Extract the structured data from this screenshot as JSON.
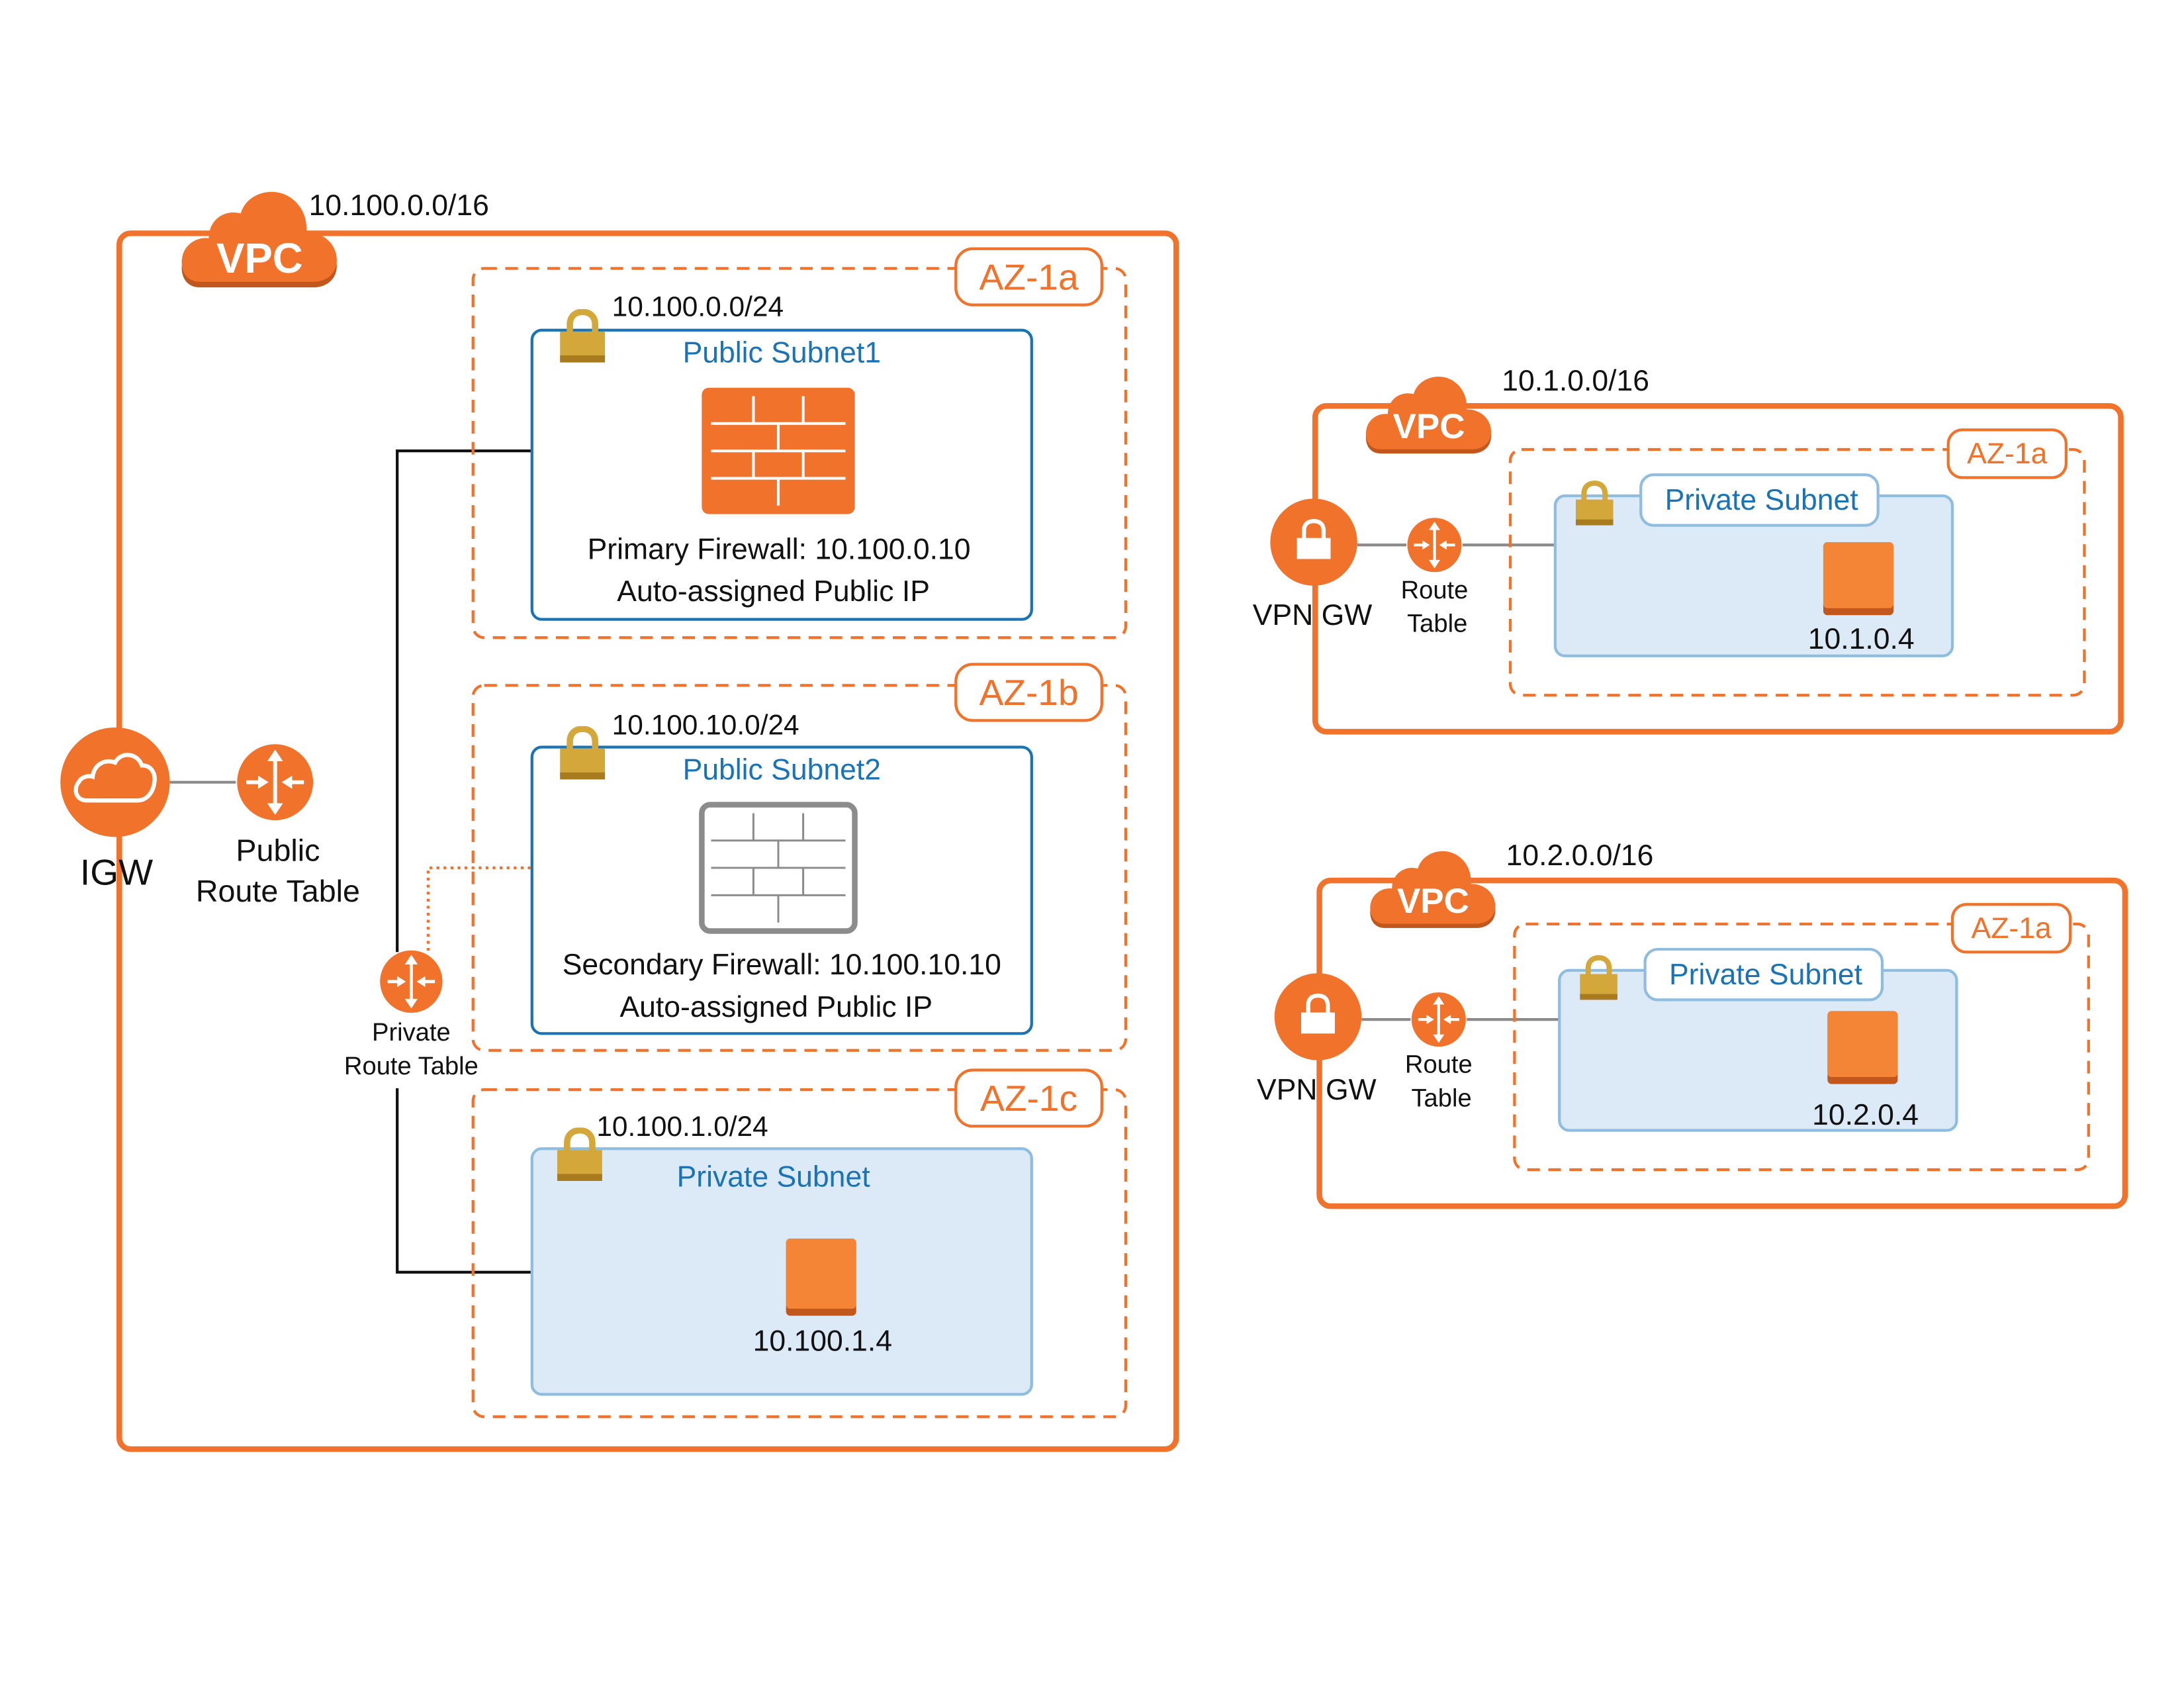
{
  "colors": {
    "accent": "#f0722b",
    "instance": "#f58536",
    "instance_shadow": "#c2571e",
    "subnet_blue": "#1a73b5",
    "private_fill": "#dce9f7",
    "private_stroke": "#8fbde0",
    "lock": "#d4a73a",
    "lock_dark": "#a87c1e",
    "inactive_gray": "#8c8c8c",
    "line_gray": "#8a8a8a",
    "line_black": "#111111"
  },
  "main_vpc": {
    "badge": "VPC",
    "cidr": "10.100.0.0/16",
    "igw_label": "IGW",
    "public_route_table_label": [
      "Public",
      "Route Table"
    ],
    "private_route_table_label": [
      "Private",
      "Route Table"
    ],
    "zones": [
      {
        "az_label": "AZ-1a",
        "subnet_cidr": "10.100.0.0/24",
        "subnet_name": "Public Subnet1",
        "firewall_label": "Primary Firewall: 10.100.0.10",
        "firewall_sub_label": "Auto-assigned Public IP"
      },
      {
        "az_label": "AZ-1b",
        "subnet_cidr": "10.100.10.0/24",
        "subnet_name": "Public Subnet2",
        "firewall_label": "Secondary Firewall: 10.100.10.10",
        "firewall_sub_label": "Auto-assigned Public IP"
      },
      {
        "az_label": "AZ-1c",
        "subnet_cidr": "10.100.1.0/24",
        "subnet_name": "Private Subnet",
        "instance_ip": "10.100.1.4"
      }
    ]
  },
  "remote_vpcs": [
    {
      "badge": "VPC",
      "cidr": "10.1.0.0/16",
      "az_label": "AZ-1a",
      "vpn_gw_label": "VPN GW",
      "route_table_label": [
        "Route",
        "Table"
      ],
      "subnet_name": "Private Subnet",
      "instance_ip": "10.1.0.4"
    },
    {
      "badge": "VPC",
      "cidr": "10.2.0.0/16",
      "az_label": "AZ-1a",
      "vpn_gw_label": "VPN GW",
      "route_table_label": [
        "Route",
        "Table"
      ],
      "subnet_name": "Private Subnet",
      "instance_ip": "10.2.0.4"
    }
  ]
}
